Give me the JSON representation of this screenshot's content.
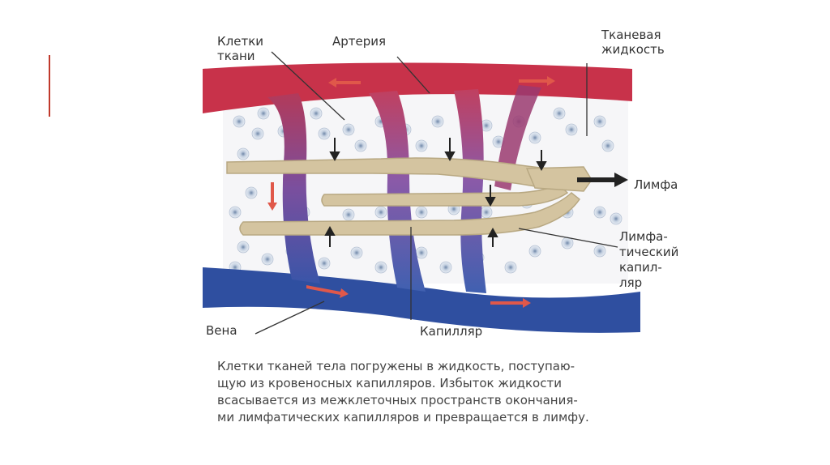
{
  "labels": {
    "cells": "Клетки\nткани",
    "artery": "Артерия",
    "tissue_fluid": "Тканевая\nжидкость",
    "lymph": "Лимфа",
    "lymph_capillary": "Лимфа-\nтический\nкапил-\nляр",
    "vein": "Вена",
    "capillary": "Капилляр"
  },
  "caption": [
    "Клетки тканей тела погружены в жидкость, поступаю-",
    "щую из кровеносных капилляров. Избыток жидкости",
    "всасывается из межклеточных пространств окончания-",
    "ми лимфатических капилляров и превращается в лимфу."
  ],
  "colors": {
    "artery": "#c8324a",
    "vein": "#2f4fa0",
    "capillary": "#7a4f9e",
    "lymph_vessel": "#d4c4a0",
    "lymph_edge": "#b8a882",
    "flow_arrow": "#e0584a",
    "cell": "#9fb0c8"
  }
}
